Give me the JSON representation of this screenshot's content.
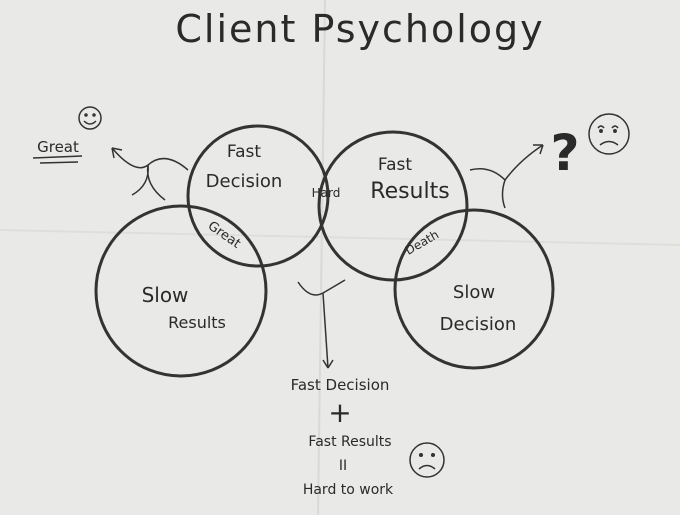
{
  "title": "Client Psychology",
  "circles": {
    "fast_decision": "Fast Decision",
    "fast_results": "Fast Results",
    "slow_results": "Slow Results",
    "slow_decision": "Slow Decision"
  },
  "overlaps": {
    "fast_decision_slow_results": "Great",
    "fast_decision_fast_results": "Hard",
    "fast_results_slow_decision": "Death"
  },
  "side_labels": {
    "left": "Great",
    "right": "?"
  },
  "bottom": {
    "line1": "Fast Decision",
    "plus": "+",
    "line2": "Fast Results",
    "equals": "II",
    "line3": "Hard to work"
  },
  "emoji": {
    "happy": "happy-face-icon",
    "sad": "sad-face-icon",
    "worried": "worried-face-icon"
  }
}
